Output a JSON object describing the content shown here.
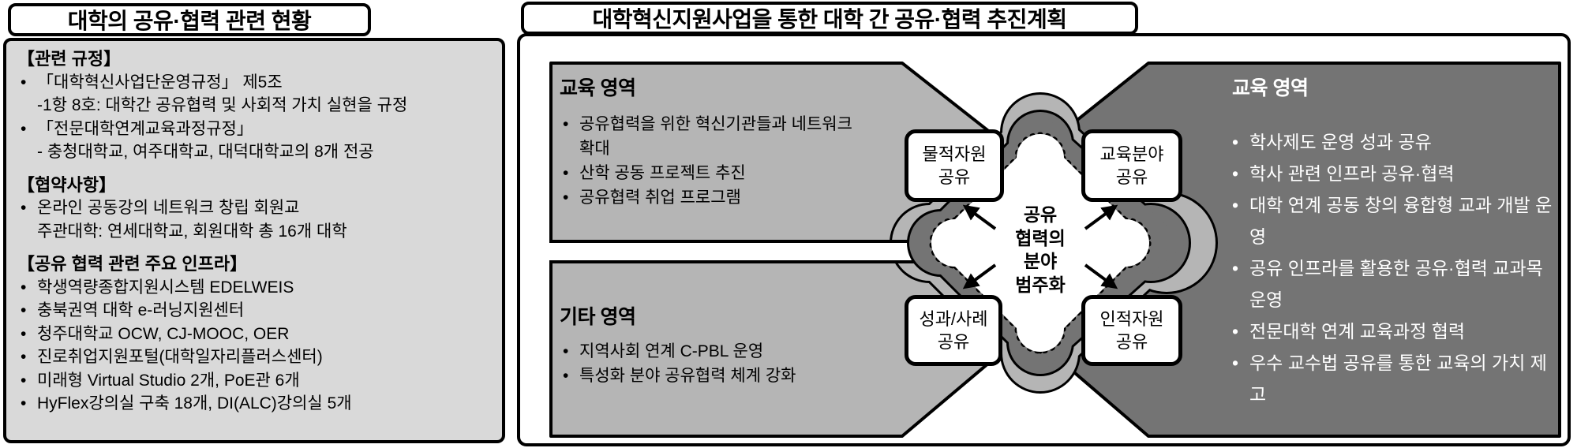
{
  "colors": {
    "panel_bg": "#d9d9d9",
    "light_shape": "#b5b5b5",
    "dark_shape": "#747474",
    "outline": "#000000",
    "box_bg": "#ffffff"
  },
  "left_panel": {
    "title": "대학의 공유·협력 관련 현황",
    "sections": [
      {
        "heading": "【관련 규정】",
        "items": [
          {
            "b": "•",
            "t": "「대학혁신사업단운영규정」 제5조"
          },
          {
            "b": "",
            "t": "-1항 8호: 대학간 공유협력 및 사회적 가치 실현을 규정"
          },
          {
            "b": "•",
            "t": "「전문대학연계교육과정규정」"
          },
          {
            "b": "",
            "t": "- 충청대학교, 여주대학교, 대덕대학교의 8개 전공"
          }
        ]
      },
      {
        "heading": "【협약사항】",
        "items": [
          {
            "b": "•",
            "t": "온라인 공동강의 네트워크 창립 회원교"
          },
          {
            "b": "",
            "t": "주관대학: 연세대학교, 회원대학 총 16개 대학"
          }
        ]
      },
      {
        "heading": "【공유 협력 관련 주요 인프라】",
        "items": [
          {
            "b": "•",
            "t": "학생역량종합지원시스템 EDELWEIS"
          },
          {
            "b": "•",
            "t": "충북권역 대학 e-러닝지원센터"
          },
          {
            "b": "•",
            "t": "청주대학교 OCW, CJ-MOOC, OER"
          },
          {
            "b": "•",
            "t": "진로취업지원포털(대학일자리플러스센터)"
          },
          {
            "b": "•",
            "t": "미래형 Virtual Studio 2개, PoE관 6개"
          },
          {
            "b": "•",
            "t": "HyFlex강의실 구축 18개, DI(ALC)강의실 5개"
          }
        ]
      }
    ]
  },
  "right_panel": {
    "title": "대학혁신지원사업을 통한 대학 간 공유·협력 추진계획",
    "education_left": {
      "heading": "교육 영역",
      "items": [
        {
          "b": "•",
          "t": "공유협력을 위한 혁신기관들과 네트워크 확대"
        },
        {
          "b": "•",
          "t": "산학 공동 프로젝트 추진"
        },
        {
          "b": "•",
          "t": "공유협력 취업 프로그램"
        }
      ]
    },
    "etc_left": {
      "heading": "기타 영역",
      "items": [
        {
          "b": "•",
          "t": "지역사회 연계 C-PBL 운영"
        },
        {
          "b": "•",
          "t": "특성화 분야 공유협력 체계 강화"
        }
      ]
    },
    "education_right": {
      "heading": "교육 영역",
      "items": [
        {
          "b": "•",
          "t": "학사제도 운영 성과 공유"
        },
        {
          "b": "•",
          "t": "학사 관련 인프라 공유·협력"
        },
        {
          "b": "•",
          "t": "대학 연계 공동 창의 융합형 교과 개발 운영"
        },
        {
          "b": "•",
          "t": "공유 인프라를 활용한 공유·협력 교과목 운영"
        },
        {
          "b": "•",
          "t": "전문대학 연계 교육과정 협력"
        },
        {
          "b": "•",
          "t": "우수 교수법 공유를 통한 교육의 가치 제고"
        }
      ]
    },
    "center": {
      "label": "공유 협력의 분야 범주화",
      "label_lines": [
        "공유",
        "협력의",
        "분야",
        "범주화"
      ]
    },
    "share_boxes": [
      {
        "position": "top-left",
        "lines": [
          "물적자원",
          "공유"
        ]
      },
      {
        "position": "top-right",
        "lines": [
          "교육분야",
          "공유"
        ]
      },
      {
        "position": "bottom-left",
        "lines": [
          "성과/사례",
          "공유"
        ]
      },
      {
        "position": "bottom-right",
        "lines": [
          "인적자원",
          "공유"
        ]
      }
    ]
  }
}
